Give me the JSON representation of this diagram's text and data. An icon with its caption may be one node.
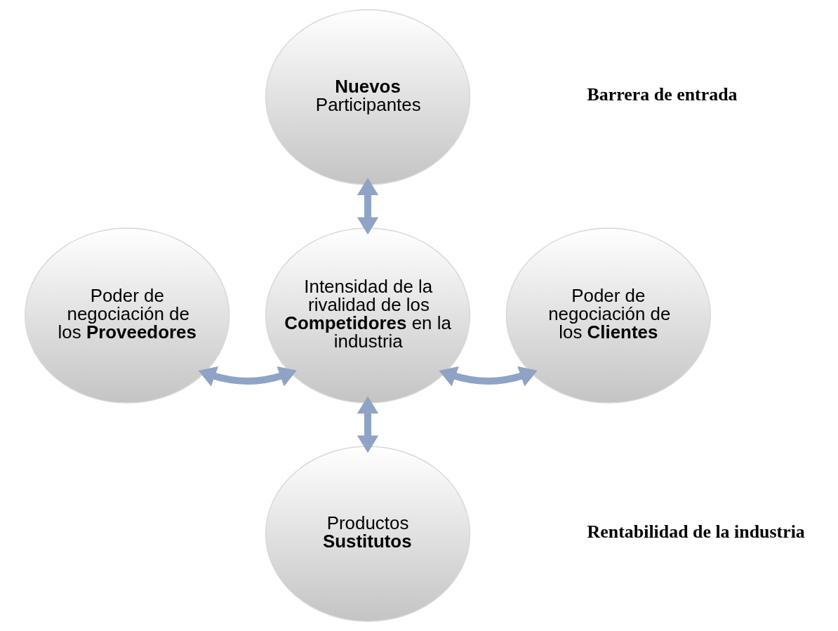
{
  "diagram": {
    "nodes": [
      {
        "text": [
          "**Nuevos** Participantes"
        ]
      },
      {
        "text": [
          "Poder de negociación de los **Proveedores**"
        ]
      },
      {
        "text": [
          "Intensidad de la rivalidad de los **Competidores** en la industria"
        ]
      },
      {
        "text": [
          "Poder de negociación de los **Clientes**"
        ]
      },
      {
        "text": [
          "Productos **Sustitutos**"
        ]
      }
    ],
    "edges": [
      {
        "from": 0,
        "to": 2,
        "arrow": "both"
      },
      {
        "from": 1,
        "to": 2,
        "arrow": "both"
      },
      {
        "from": 2,
        "to": 3,
        "arrow": "both"
      },
      {
        "from": 2,
        "to": 4,
        "arrow": "both"
      }
    ],
    "labels": [
      "Barrera de entrada",
      "Rentabilidad de la industria"
    ]
  }
}
